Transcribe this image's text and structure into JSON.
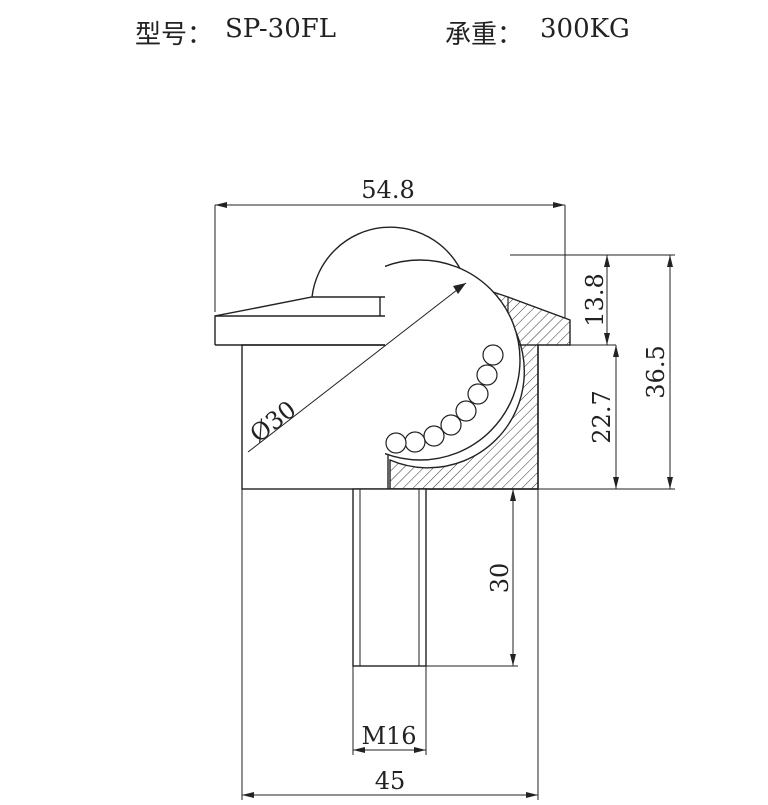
{
  "header": {
    "model_label": "型号：",
    "model_value": "SP-30FL",
    "load_label": "承重：",
    "load_value": "300KG"
  },
  "dimensions": {
    "overall_width": "54.8",
    "ball_protrusion": "13.8",
    "total_height": "36.5",
    "body_height": "22.7",
    "ball_diameter": "Ø30",
    "stud_length": "30",
    "thread": "M16",
    "body_width": "45"
  },
  "colors": {
    "line": "#222222",
    "hatch": "#333333",
    "background": "#ffffff"
  }
}
